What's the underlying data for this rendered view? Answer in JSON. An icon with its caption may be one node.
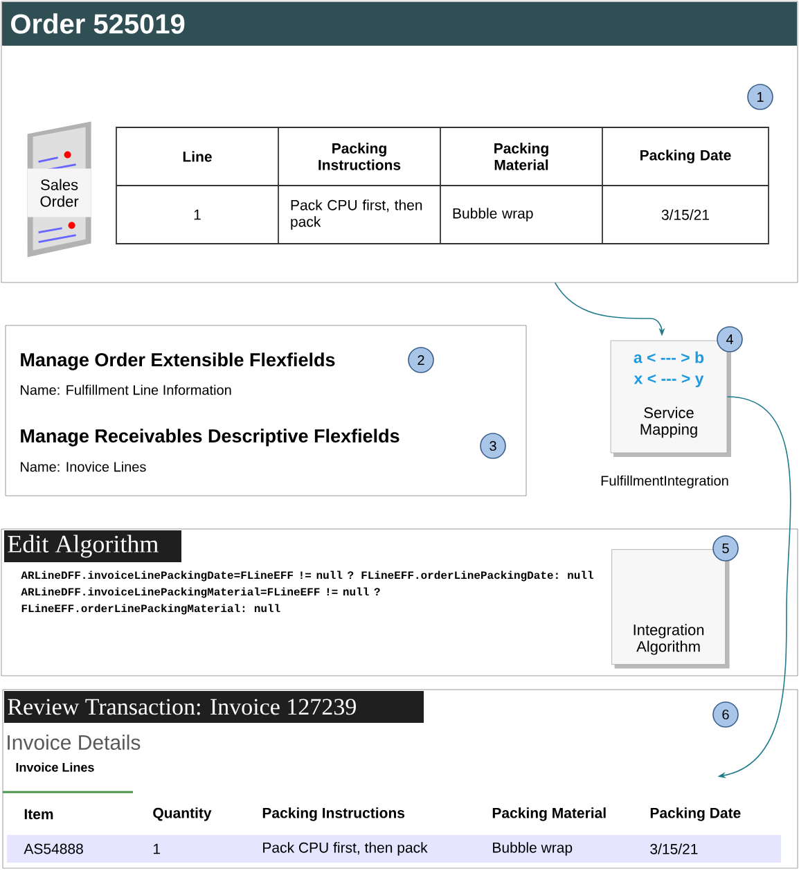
{
  "diagram": {
    "nodes": [
      {
        "text": [
          "Order 525019"
        ]
      },
      {
        "text": [
          "Sales Order"
        ],
        "in": 0
      },
      {
        "text": [
          "Manage Order Extensible Flexfields",
          "Name: Fulfillment Line Information",
          "Manage Receivables Descriptive Flexfields",
          "Name: Inovice Lines"
        ]
      },
      {
        "text": [
          "a < --- > b",
          "x < --- > y",
          "Service Mapping"
        ],
        "beside": [
          "FulfillmentIntegration"
        ]
      },
      {
        "text": [
          "Edit Algorithm",
          "ARLineDFF.invoiceLinePackingDate=FLineEFF != null ? FLineEFF.orderLinePackingDate: null",
          "ARLineDFF.invoiceLinePackingMaterial=FLineEFF != null ? FLineEFF.orderLinePackingMaterial: null"
        ]
      },
      {
        "text": [
          "Integration Algorithm"
        ],
        "in": 4
      },
      {
        "text": [
          "Review Transaction: Invoice 127239",
          "Invoice Details",
          "Invoice Lines"
        ]
      }
    ],
    "edges": [
      {
        "from": 0,
        "to": 3,
        "arrow": "to"
      },
      {
        "from": 3,
        "to": 6,
        "arrow": "to"
      }
    ],
    "labels": [
      "1",
      "Line",
      "Packing Instructions",
      "Packing Material",
      "Packing Date",
      "1",
      "Pack CPU first, then pack",
      "Bubble wrap",
      "3/15/21",
      "2",
      "3",
      "4",
      "5",
      "6",
      "Item",
      "Quantity",
      "Packing Instructions",
      "Packing Material",
      "Packing Date",
      "AS54888",
      "1",
      "Pack CPU first, then pack",
      "Bubble wrap",
      "3/15/21"
    ]
  }
}
